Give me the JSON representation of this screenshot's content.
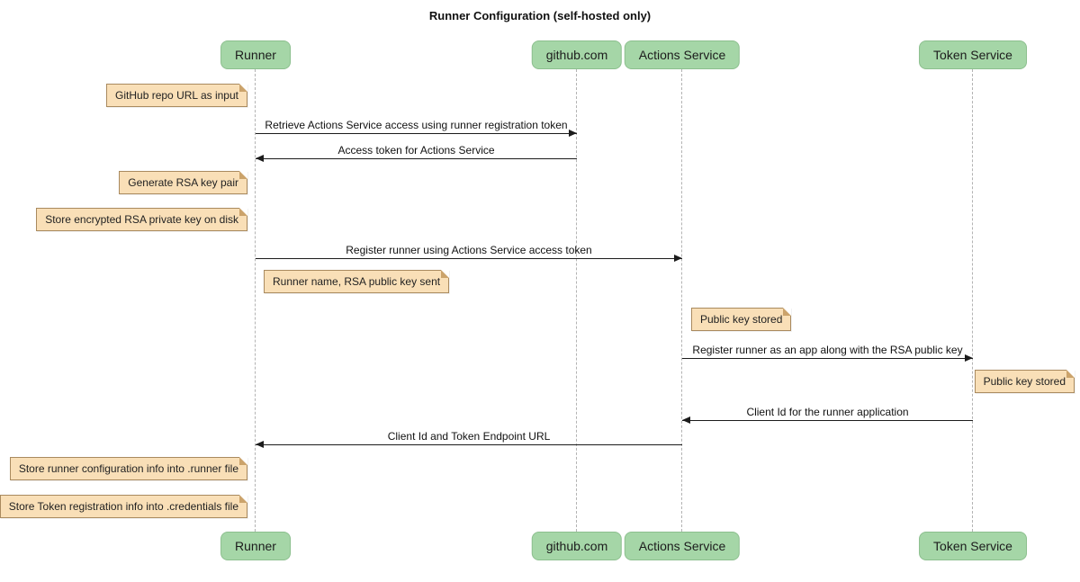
{
  "title": "Runner Configuration (self-hosted only)",
  "participants": [
    {
      "label": "Runner"
    },
    {
      "label": "github.com"
    },
    {
      "label": "Actions Service"
    },
    {
      "label": "Token Service"
    }
  ],
  "messages": [
    {
      "text": "Retrieve Actions Service access using runner registration token",
      "from": "Runner",
      "to": "github.com",
      "direction": "right"
    },
    {
      "text": "Access token for Actions Service",
      "from": "github.com",
      "to": "Runner",
      "direction": "left"
    },
    {
      "text": "Register runner using Actions Service access token",
      "from": "Runner",
      "to": "Actions Service",
      "direction": "right"
    },
    {
      "text": "Register runner as an app along with the RSA public key",
      "from": "Actions Service",
      "to": "Token Service",
      "direction": "right"
    },
    {
      "text": "Client Id for the runner application",
      "from": "Token Service",
      "to": "Actions Service",
      "direction": "left"
    },
    {
      "text": "Client Id and Token Endpoint URL",
      "from": "Actions Service",
      "to": "Runner",
      "direction": "left"
    }
  ],
  "notes": [
    {
      "text": "GitHub repo URL as input",
      "anchor": "Runner"
    },
    {
      "text": "Generate RSA key pair",
      "anchor": "Runner"
    },
    {
      "text": "Store encrypted RSA private key on disk",
      "anchor": "Runner"
    },
    {
      "text": "Runner name, RSA public key sent",
      "anchor": "Runner"
    },
    {
      "text": "Public key stored",
      "anchor": "Actions Service"
    },
    {
      "text": "Public key stored",
      "anchor": "Token Service"
    },
    {
      "text": "Store runner configuration info into .runner file",
      "anchor": "Runner"
    },
    {
      "text": "Store Token registration info into .credentials file",
      "anchor": "Runner"
    }
  ],
  "colors": {
    "participant_fill": "#A5D6A7",
    "participant_border": "#8CBF8E",
    "note_fill": "#F9DFB7",
    "note_border": "#A98A5F",
    "lifeline": "#B3B3B3",
    "arrow": "#1C1C1C"
  }
}
